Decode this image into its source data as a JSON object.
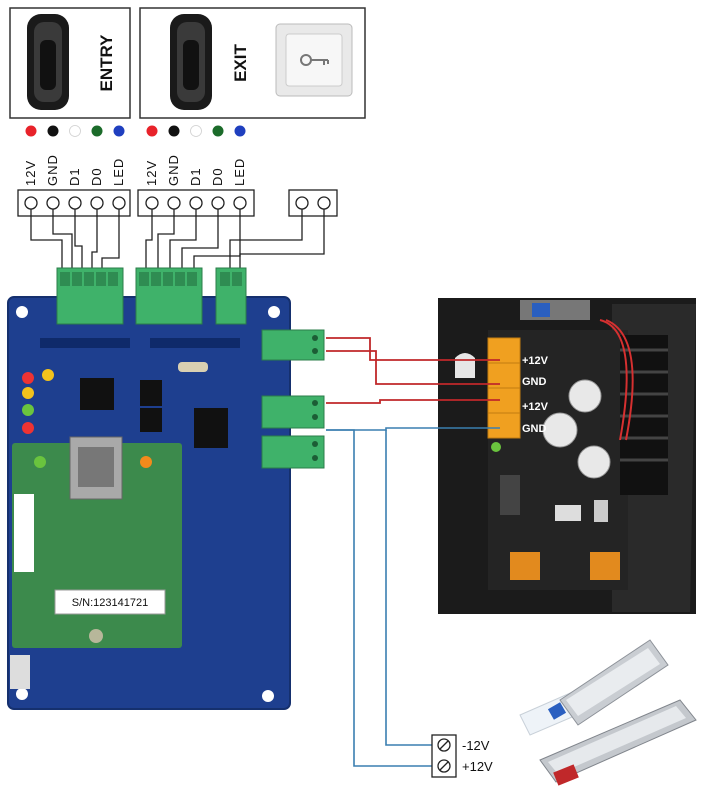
{
  "entry_reader": {
    "label": "ENTRY"
  },
  "exit_reader": {
    "label": "EXIT"
  },
  "terminal_labels": [
    "12V",
    "GND",
    "D1",
    "D0",
    "LED"
  ],
  "wire_colors": [
    "#e8222a",
    "#111111",
    "#ffffff",
    "#1b6b2a",
    "#1f3fbf"
  ],
  "serial_label": "S/N:123141721",
  "psu_terminals": [
    "+12V",
    "GND",
    "+12V",
    "GND"
  ],
  "lock_terminals": [
    "-12V",
    "+12V"
  ],
  "colors": {
    "board": "#1e3f8f",
    "rfid_board": "#3c8a4c",
    "terminal_block": "#3fb26a",
    "psu_case": "#1b1b1b",
    "psu_terminal": "#f0a020",
    "red_wire": "#c0282a",
    "blue_wire": "#3a7fb0"
  }
}
